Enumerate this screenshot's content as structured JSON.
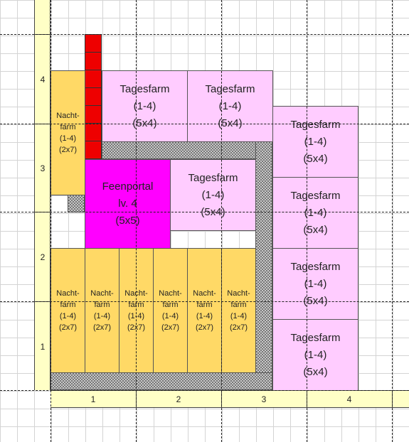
{
  "axes": {
    "x_ticks": [
      "1",
      "2",
      "3",
      "4"
    ],
    "y_ticks": [
      "4",
      "3",
      "2",
      "1"
    ]
  },
  "buildings": {
    "day_farms": [
      {
        "name": "Tagesfarm",
        "level": "(1-4)",
        "size": "(5x4)"
      },
      {
        "name": "Tagesfarm",
        "level": "(1-4)",
        "size": "(5x4)"
      },
      {
        "name": "Tagesfarm",
        "level": "(1-4)",
        "size": "(5x4)"
      },
      {
        "name": "Tagesfarm",
        "level": "(1-4)",
        "size": "(5x4)"
      },
      {
        "name": "Tagesfarm",
        "level": "(1-4)",
        "size": "(5x4)"
      },
      {
        "name": "Tagesfarm",
        "level": "(1-4)",
        "size": "(5x4)"
      },
      {
        "name": "Tagesfarm",
        "level": "(1-4)",
        "size": "(5x4)"
      }
    ],
    "night_farms": [
      {
        "name": "Nacht-",
        "name2": "farm",
        "level": "(1-4)",
        "size": "(2x7)"
      },
      {
        "name": "Nacht-",
        "name2": "farm",
        "level": "(1-4)",
        "size": "(2x7)"
      },
      {
        "name": "Nacht-",
        "name2": "farm",
        "level": "(1-4)",
        "size": "(2x7)"
      },
      {
        "name": "Nacht-",
        "name2": "farm",
        "level": "(1-4)",
        "size": "(2x7)"
      },
      {
        "name": "Nacht-",
        "name2": "farm",
        "level": "(1-4)",
        "size": "(2x7)"
      },
      {
        "name": "Nacht-",
        "name2": "farm",
        "level": "(1-4)",
        "size": "(2x7)"
      },
      {
        "name": "Nacht-",
        "name2": "farm",
        "level": "(1-4)",
        "size": "(2x7)"
      }
    ],
    "portal": {
      "name": "Feenportal",
      "level": "lv. 4",
      "size": "(5x5)"
    }
  },
  "colors": {
    "day_farm": "#ffccff",
    "night_farm": "#ffd966",
    "portal": "#ff00ff",
    "red_column": "#ee0000",
    "axis_band": "#ffffc6",
    "road": "#999999"
  }
}
